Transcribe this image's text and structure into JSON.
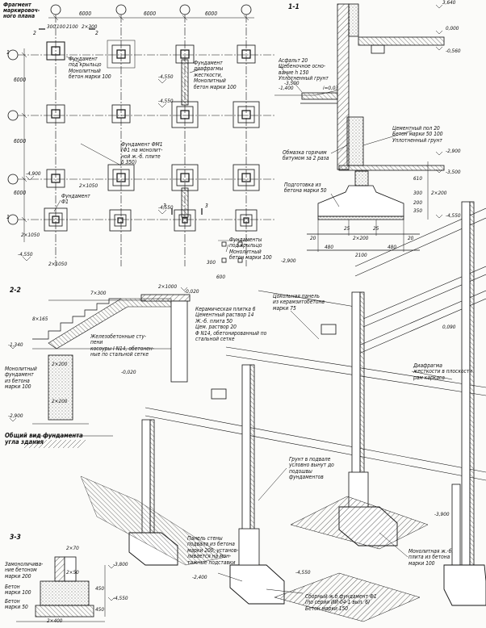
{
  "grid": {
    "x_dims": [
      "6000",
      "6000",
      "6000"
    ],
    "y_dims": [
      "6000",
      "6000",
      "6000"
    ],
    "small_dims": [
      "300",
      "100",
      "2100",
      "2×300",
      "2×1050",
      "2×1050",
      "2×1050",
      "300",
      "600"
    ]
  },
  "plan": {
    "title": "Фрагмент\nмаркировоч-\nного плана",
    "label_f1": "Фундамент\nФ1",
    "label_fm1": "Фундамент ФМ1\n(Ф1 на монолит-\nной ж.-б. плите\nδ 350)",
    "label_under_pylons": "Фундамент\nпод крыльцо\nМонолитный\nбетон марки 100",
    "label_diaphragm": "Фундамент\nдиафрагмы\nжесткости,\nМонолитный\nбетон марки 100",
    "label_pylons_bottom": "Фундаменты\nпод крыльцо\nМонолитный\nбетон марки 100",
    "elevs": [
      "-4,550",
      "-4,550",
      "-4,900",
      "-4,550",
      "-4,550",
      "-3,500",
      "-2,900"
    ],
    "section_marks": [
      "2",
      "2",
      "3",
      "3",
      "1",
      "1"
    ]
  },
  "section11": {
    "title": "1-1",
    "elev_top": "3,640",
    "elev_0": "0,000",
    "elev_m560": "-0,560",
    "elev_m1400": "-1,400",
    "slope": "i=0,03",
    "elev_m2900": "-2,900",
    "elev_m3500": "-3,500",
    "elev_m4550": "-4,550",
    "asphalt": "Асфальт 20\nЩебеночное осно-\nвание h 150\nУплотненный грунт",
    "floor": "Цементный пол 20\nБетон марки 50 100\nУплотненный грунт",
    "coating": "Обмазка горячим\nбитумом за 2 раза",
    "prep": "Подготовка из\nбетона марки 50",
    "dims_bottom": [
      "20",
      "480",
      "25",
      "2×200",
      "25",
      "480",
      "20"
    ],
    "dim_total": "2100",
    "dims_vert": [
      "610",
      "300",
      "200",
      "350",
      "2×200"
    ]
  },
  "section22": {
    "title": "2-2",
    "step_dim": "7×300",
    "rise_dim": "8×165",
    "dim_1000": "2×1000",
    "elev_m020": "-0,020",
    "elev_m1340": "-1,340",
    "elev_m2900": "-2,900",
    "ceramic": "Керамическая плитка 6\nЦементный раствор 14\nЖ.-б. плита 50\nЦем. раствор 20\nΦ N14, обетонированный по\nстальной сетке",
    "concrete_steps": "Железобетонные сту-\nпени\nкосоуры I N14, обетонен-\nные по стальной сетке",
    "monolith": "Монолитный\nфундамент\nиз бетона\nмарки 100",
    "dims": [
      "2×200",
      "2×200"
    ]
  },
  "iso": {
    "title": "Общий вид фундамента\nугла здания",
    "panel": "Цокольная панель\nиз керамзитобетона\nмарки 75",
    "diaphragm": "Диафрагма\nжесткости в плоскости\nрам каркаса",
    "ground": "Грунт в подвале\nусловно вынут до\nподошвы\nфундаментов",
    "wall_panel": "Панель стены\nподвала из бетона\nмарки 200, установ-\nливается на мон-\nтажные подставки",
    "slab": "Монолитная ж.-б.\nплита из бетона\nмарки 100",
    "precast": "Сборный ж.б фундамент Ф1\n(по серии ИИ-04-1 вып. 6)\nБетон марки 150",
    "elev_090": "0,090",
    "elev_m020": "-0,020",
    "elev_m3900": "-3,900",
    "elev_m4550": "-4,550",
    "elev_m2400": "-2,400"
  },
  "section33": {
    "title": "3-3",
    "conc": "Замоноличива-\nние бетоном\nмарки 200",
    "b100": "Бетон\nмарки 100",
    "b50": "Бетон\nмарки 50",
    "dims": [
      "2×70",
      "2×50",
      "2×400",
      "450",
      "450"
    ],
    "elev_m3800": "-3,800",
    "elev_m4550": "-4,550"
  }
}
